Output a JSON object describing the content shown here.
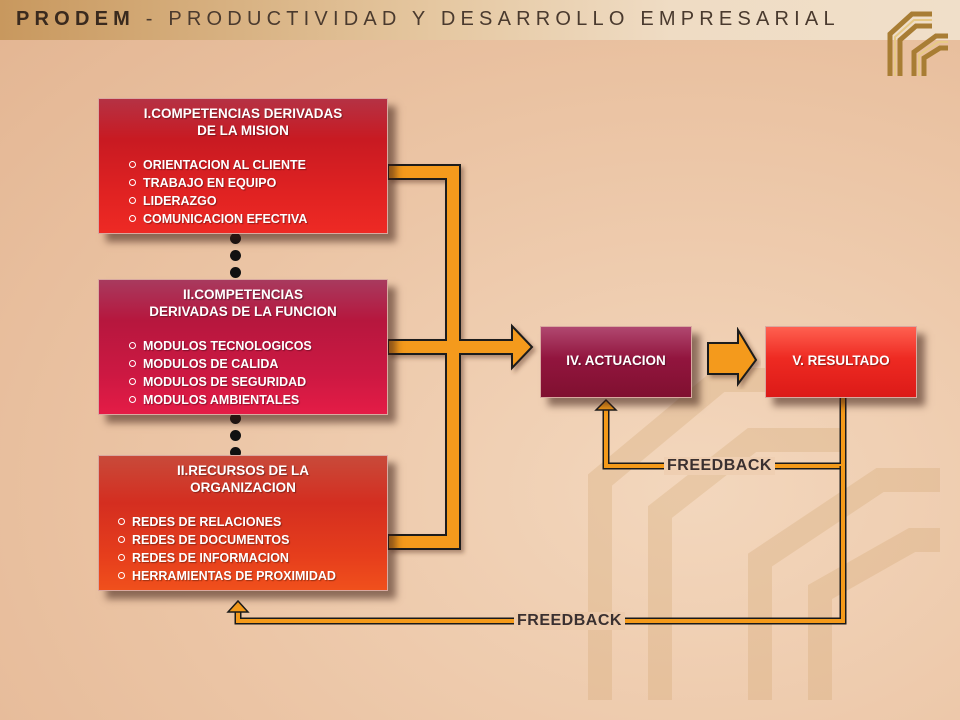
{
  "header": {
    "brand": "PRODEM",
    "subtitle": "- PRODUCTIVIDAD Y DESARROLLO EMPRESARIAL",
    "logo_icon": "prodem-logo-icon"
  },
  "boxes": {
    "competencias_mision": {
      "title_line1": "I.COMPETENCIAS DERIVADAS",
      "title_line2": "DE LA MISION",
      "items": [
        "ORIENTACION AL CLIENTE",
        "TRABAJO EN EQUIPO",
        "LIDERAZGO",
        "COMUNICACION EFECTIVA"
      ]
    },
    "competencias_funcion": {
      "title_line1": "II.COMPETENCIAS",
      "title_line2": "DERIVADAS DE LA FUNCION",
      "items": [
        "MODULOS TECNOLOGICOS",
        "MODULOS DE CALIDA",
        "MODULOS DE SEGURIDAD",
        "MODULOS AMBIENTALES"
      ]
    },
    "recursos": {
      "title_line1": "II.RECURSOS DE LA",
      "title_line2": "ORGANIZACION",
      "items": [
        "REDES DE RELACIONES",
        "REDES DE DOCUMENTOS",
        "REDES DE INFORMACION",
        "HERRAMIENTAS DE PROXIMIDAD"
      ]
    },
    "actuacion": {
      "label": "IV. ACTUACION"
    },
    "resultado": {
      "label": "V. RESULTADO"
    }
  },
  "feedback": {
    "upper_label": "FREEDBACK",
    "lower_label": "FREEDBACK"
  },
  "colors": {
    "arrow": "#f49a1a",
    "arrow_outline": "#1a1a1a"
  }
}
